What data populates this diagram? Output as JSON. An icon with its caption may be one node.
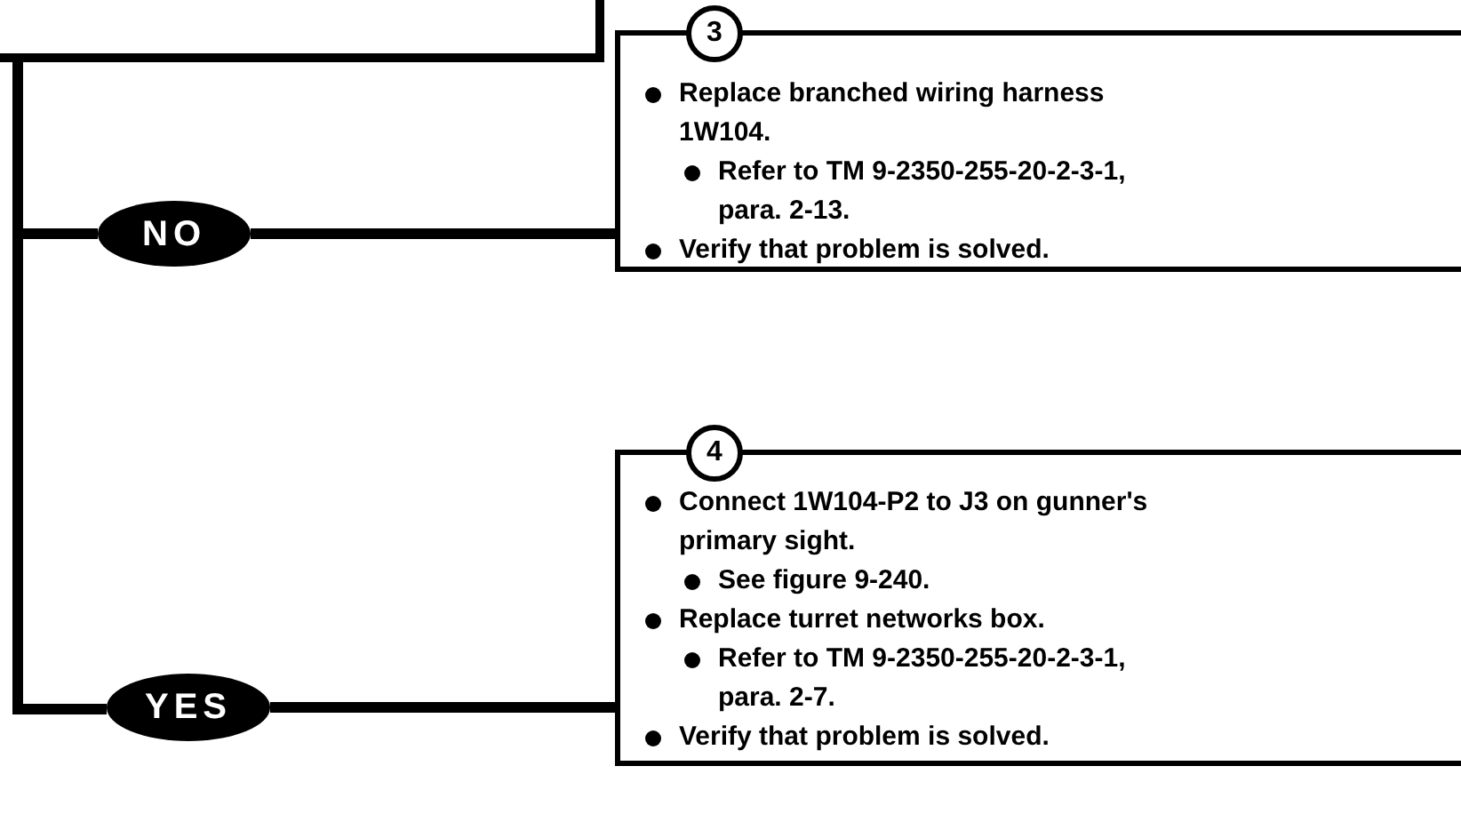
{
  "diagram": {
    "nodes": [
      {
        "text": [],
        "shape": "box"
      },
      {
        "text": [
          "NO"
        ]
      },
      {
        "text": [
          "3",
          "Replace branched wiring harness 1W104.",
          "Refer to TM 9-2350-255-20-2-3-1, para. 2-13.",
          "Verify that problem is solved."
        ]
      },
      {
        "text": [
          "YES"
        ]
      },
      {
        "text": [
          "4",
          "Connect 1W104-P2 to J3 on gunner's primary sight.",
          "See figure 9-240.",
          "Replace turret networks box.",
          "Refer to TM 9-2350-255-20-2-3-1, para. 2-7.",
          "Verify that problem is solved."
        ]
      }
    ],
    "edges": [
      {
        "from": 0,
        "to": 1,
        "arrow": "none"
      },
      {
        "from": 1,
        "to": 2,
        "arrow": "none"
      },
      {
        "from": 0,
        "to": 3,
        "arrow": "none"
      },
      {
        "from": 3,
        "to": 4,
        "arrow": "none"
      }
    ]
  }
}
